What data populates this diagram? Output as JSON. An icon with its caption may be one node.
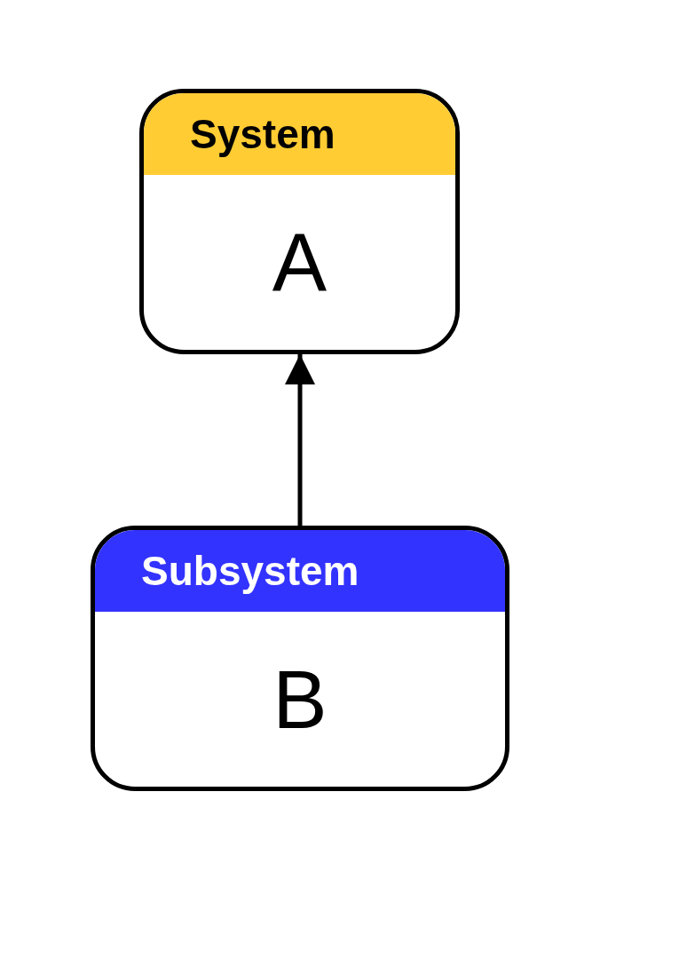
{
  "diagram": {
    "nodes": [
      {
        "text": [
          "System",
          "A"
        ]
      },
      {
        "text": [
          "Subsystem",
          "B"
        ]
      }
    ],
    "edges": [
      {
        "from": 1,
        "to": 0,
        "arrow": "to"
      }
    ]
  }
}
